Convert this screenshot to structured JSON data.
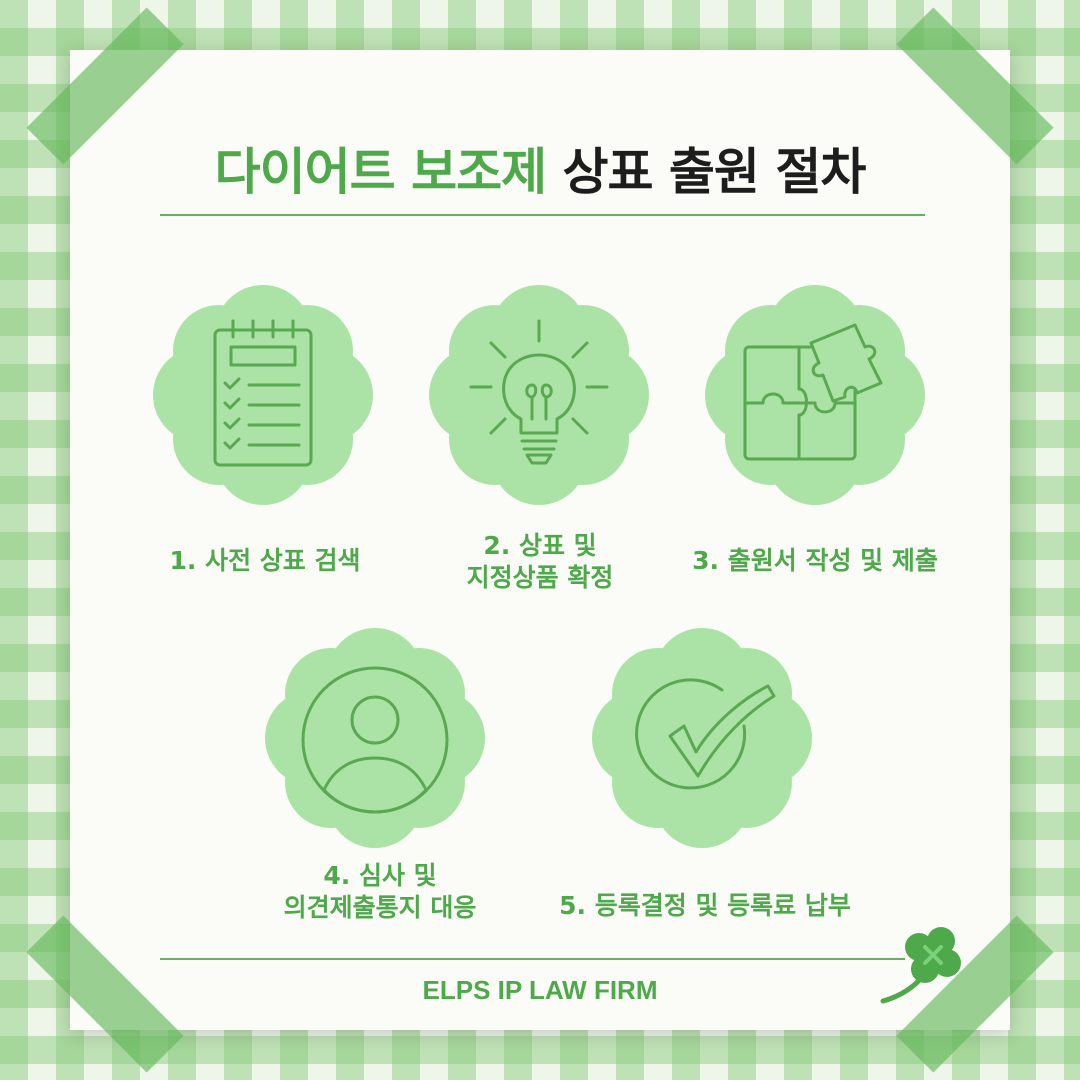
{
  "title": {
    "highlight": "다이어트 보조제",
    "rest": "상표 출원 절차"
  },
  "steps": [
    {
      "label": "1. 사전 상표 검색",
      "icon": "checklist-icon"
    },
    {
      "label": "2. 상표 및\n지정상품 확정",
      "icon": "lightbulb-icon"
    },
    {
      "label": "3. 출원서 작성 및 제출",
      "icon": "puzzle-icon"
    },
    {
      "label": "4. 심사 및\n의견제출통지 대응",
      "icon": "user-icon"
    },
    {
      "label": "5. 등록결정 및 등록료 납부",
      "icon": "check-circle-icon"
    }
  ],
  "footer": "ELPS IP LAW FIRM",
  "colors": {
    "accent": "#4ea94a",
    "blob": "#abe3a6",
    "line": "#5aa852"
  }
}
